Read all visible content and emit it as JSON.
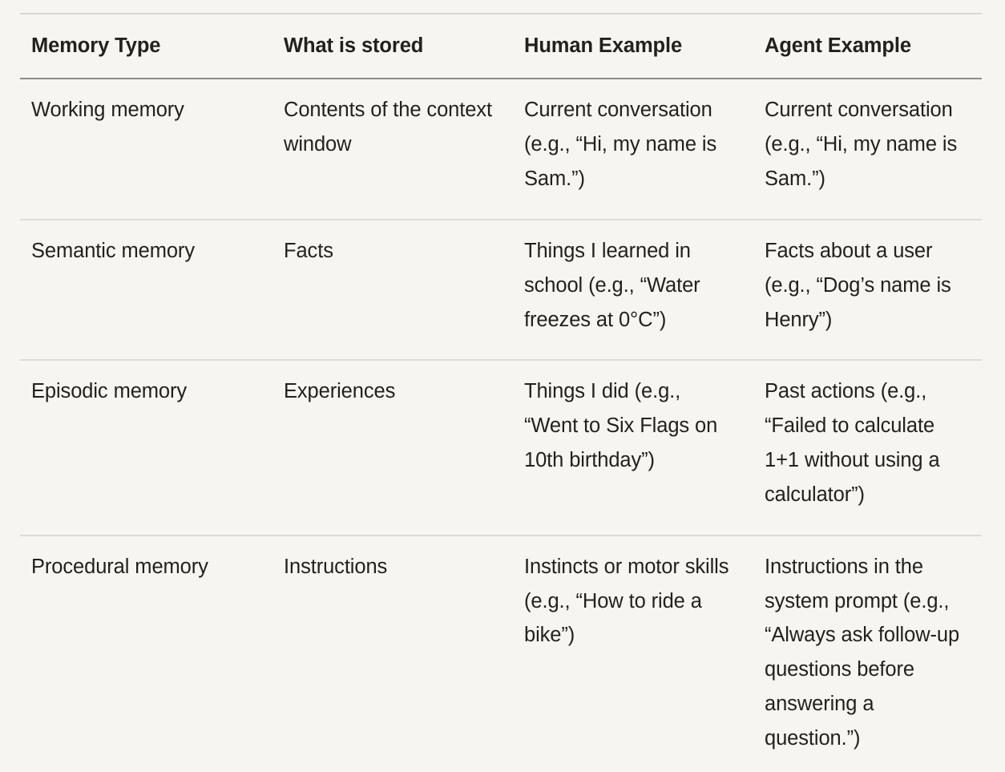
{
  "table": {
    "columns": [
      "Memory Type",
      "What is stored",
      "Human Example",
      "Agent Example"
    ],
    "rows": [
      {
        "memory_type": "Working memory",
        "what_is_stored": "Contents of the context window",
        "human_example": "Current conversation (e.g., “Hi, my name is Sam.”)",
        "agent_example": "Current conversation (e.g., “Hi, my name is Sam.”)"
      },
      {
        "memory_type": "Semantic memory",
        "what_is_stored": "Facts",
        "human_example": "Things I learned in school (e.g., “Water freezes at 0°C”)",
        "agent_example": "Facts about a user (e.g., “Dog’s name is Henry”)"
      },
      {
        "memory_type": "Episodic memory",
        "what_is_stored": "Experiences",
        "human_example": "Things I did (e.g., “Went to Six Flags on 10th birthday”)",
        "agent_example": "Past actions (e.g., “Failed to calculate 1+1 without using a calculator”)"
      },
      {
        "memory_type": "Procedural memory",
        "what_is_stored": "Instructions",
        "human_example": "Instincts or motor skills (e.g., “How to ride a bike”)",
        "agent_example": "Instructions in the system prompt (e.g., “Always ask follow-up questions before answering a question.”)"
      }
    ]
  },
  "colors": {
    "background": "#f6f5f1",
    "text": "#22211d",
    "rule_light": "#dddcd5",
    "rule_top": "#d6d5ce",
    "rule_header": "#8d8d87"
  }
}
